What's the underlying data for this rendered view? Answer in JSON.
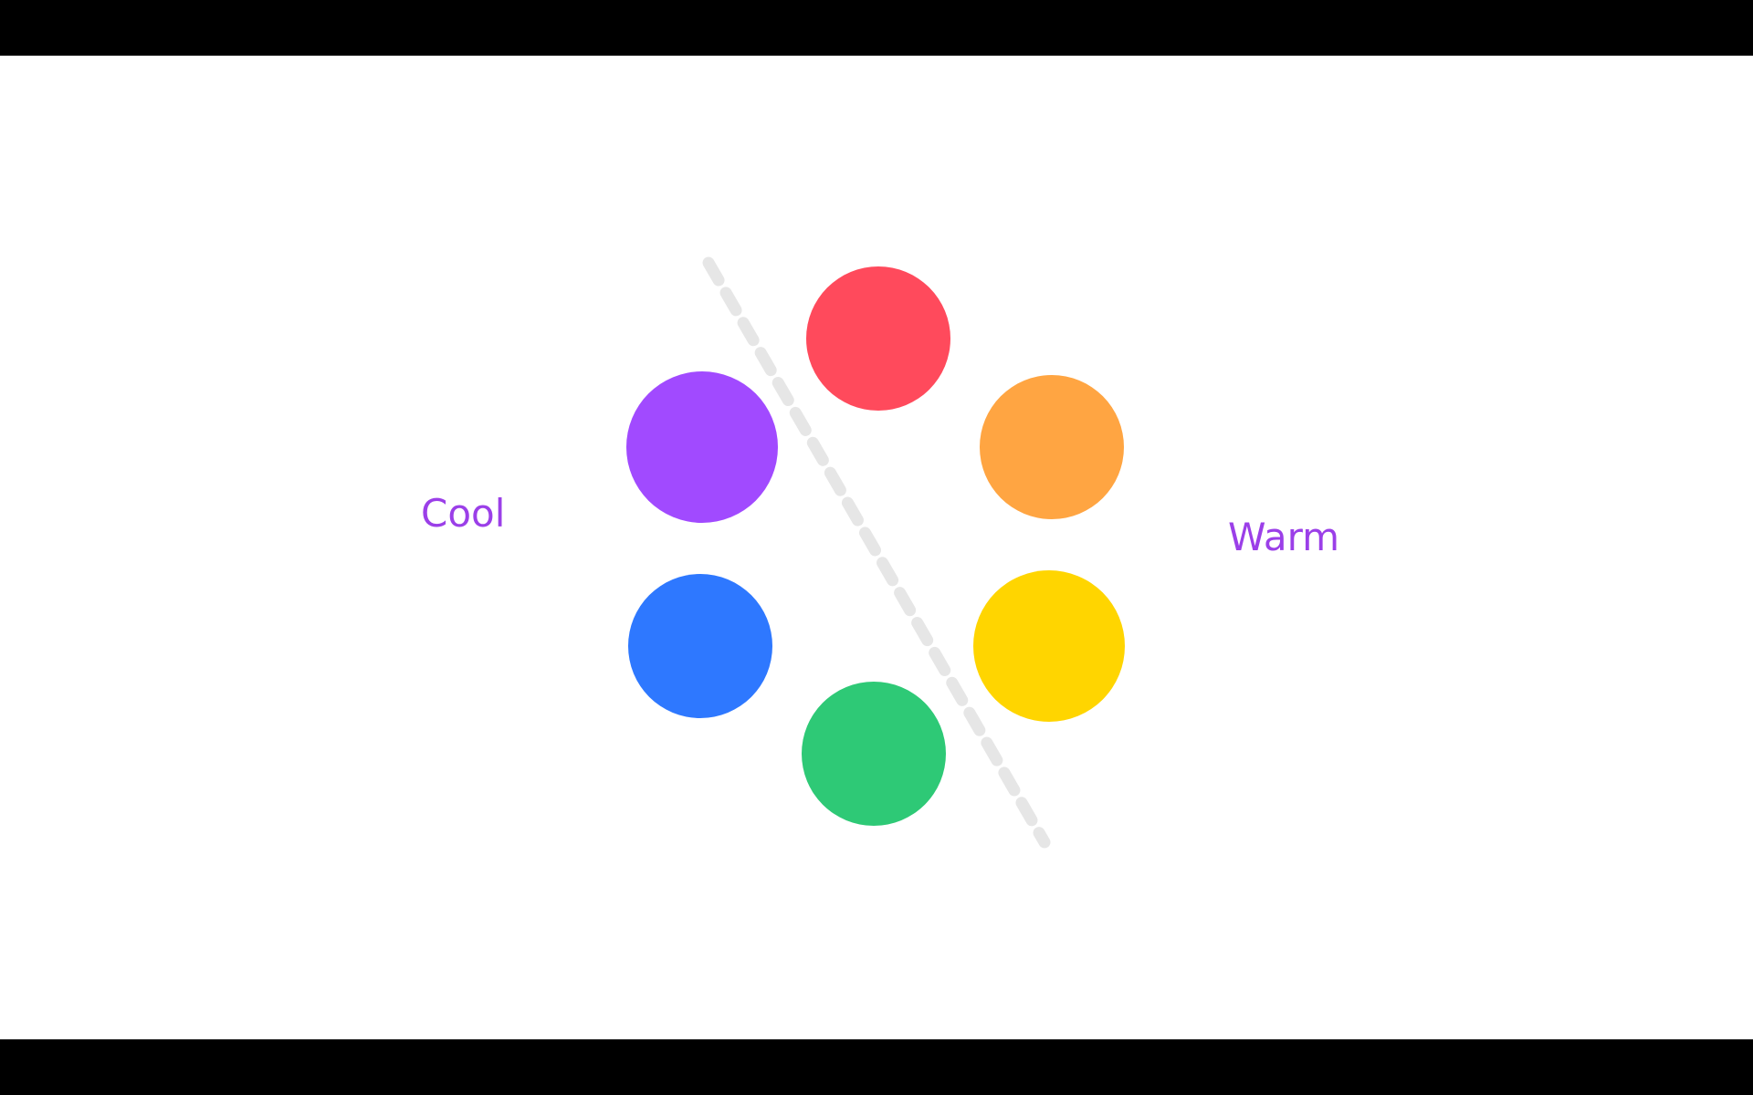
{
  "diagram": {
    "labels": {
      "cool": "Cool",
      "warm": "Warm"
    },
    "label_color": "#9b3fe8",
    "divider": {
      "style": "dashed",
      "color": "#e6e6e6"
    },
    "circles": [
      {
        "name": "red",
        "color": "#ff4a5c"
      },
      {
        "name": "orange",
        "color": "#ffa542"
      },
      {
        "name": "yellow",
        "color": "#ffd500"
      },
      {
        "name": "green",
        "color": "#2ec976"
      },
      {
        "name": "blue",
        "color": "#2e78ff"
      },
      {
        "name": "purple",
        "color": "#a14aff"
      }
    ]
  }
}
